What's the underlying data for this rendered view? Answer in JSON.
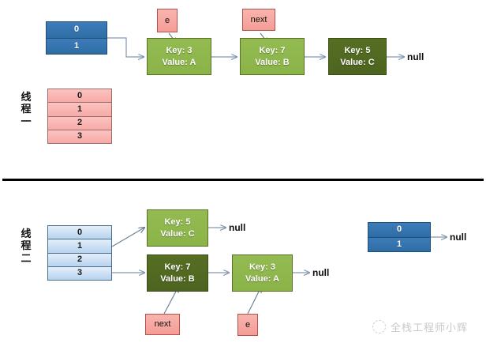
{
  "diagram": {
    "title": "HashMap resize concurrency diagram",
    "colors": {
      "node_light_green": "#8ab348",
      "node_dark_green": "#4d6420",
      "table_blue_dark": "#2e6da4",
      "table_blue_light": "#b6d3ef",
      "table_pink": "#f7aaa6",
      "pointer_pink": "#f49d96",
      "arrow": "#8097b1",
      "divider": "#000000",
      "watermark": "#c9c9c9"
    },
    "divider_label": ""
  },
  "top_section": {
    "old_table": {
      "name": "old-hash-table",
      "rows": [
        "0",
        "1"
      ]
    },
    "thread_label": "线程一",
    "new_table": {
      "name": "new-hash-table",
      "rows": [
        "0",
        "1",
        "2",
        "3"
      ]
    },
    "pointers": [
      {
        "id": "e",
        "label": "e"
      },
      {
        "id": "next",
        "label": "next"
      }
    ],
    "chain": [
      {
        "key_line": "Key: 3",
        "value_line": "Value: A",
        "shade": "light"
      },
      {
        "key_line": "Key: 7",
        "value_line": "Value: B",
        "shade": "light"
      },
      {
        "key_line": "Key: 5",
        "value_line": "Value: C",
        "shade": "dark"
      }
    ],
    "null_labels": [
      "null"
    ]
  },
  "bottom_section": {
    "thread_label": "线程二",
    "new_table": {
      "name": "new-hash-table",
      "rows": [
        "0",
        "1",
        "2",
        "3"
      ]
    },
    "chain_bucket1": [
      {
        "key_line": "Key: 5",
        "value_line": "Value: C",
        "shade": "light"
      }
    ],
    "chain_bucket3": [
      {
        "key_line": "Key: 7",
        "value_line": "Value: B",
        "shade": "dark"
      },
      {
        "key_line": "Key: 3",
        "value_line": "Value: A",
        "shade": "light"
      }
    ],
    "pointers": [
      {
        "id": "next",
        "label": "next"
      },
      {
        "id": "e",
        "label": "e"
      }
    ],
    "old_table": {
      "name": "old-hash-table",
      "rows": [
        "0",
        "1"
      ]
    },
    "null_labels": [
      "null",
      "null",
      "null"
    ]
  },
  "watermark": {
    "text": "全栈工程师小辉"
  }
}
